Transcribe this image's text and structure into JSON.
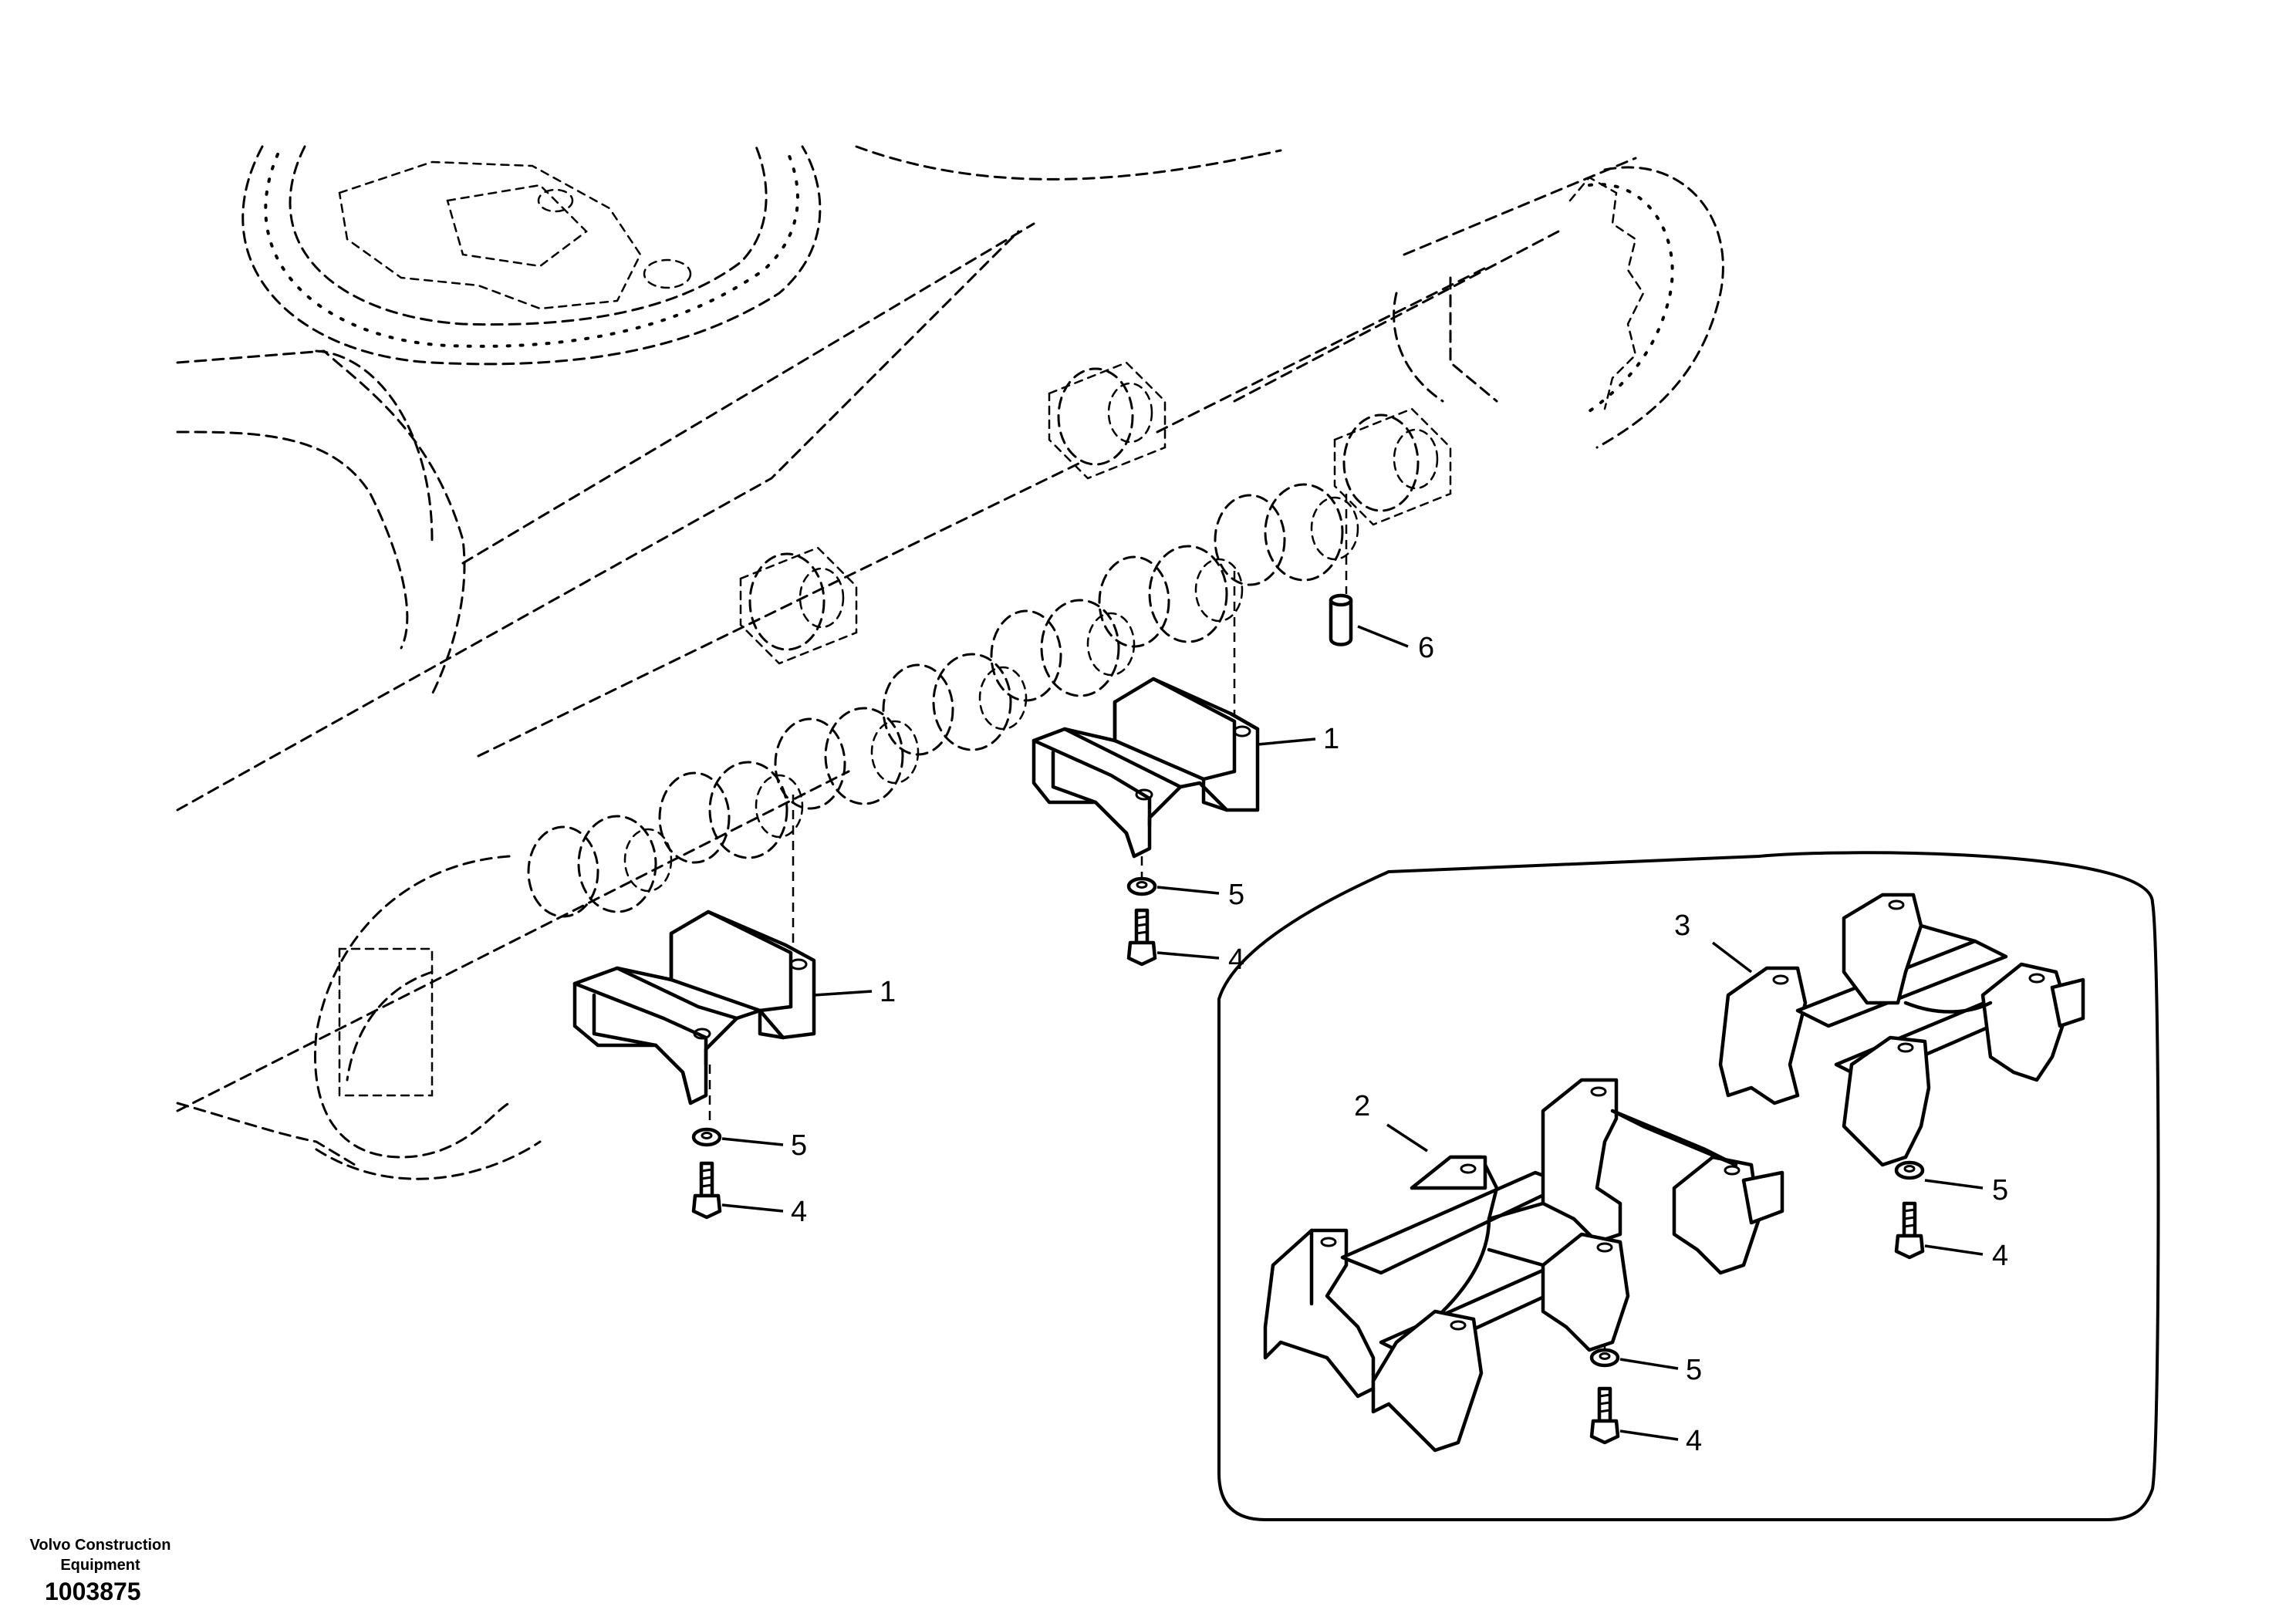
{
  "footer": {
    "company": "Volvo Construction Equipment",
    "drawing_number": "1003875"
  },
  "callouts": {
    "upper_guard": "1",
    "lower_guard": "1",
    "inset_guard_front": "2",
    "inset_guard_rear": "3",
    "main_upper_washer": "5",
    "main_upper_bolt": "4",
    "main_lower_washer": "5",
    "main_lower_bolt": "4",
    "inset_front_washer": "5",
    "inset_front_bolt": "4",
    "inset_rear_washer": "5",
    "inset_rear_bolt": "4",
    "pin": "6"
  }
}
